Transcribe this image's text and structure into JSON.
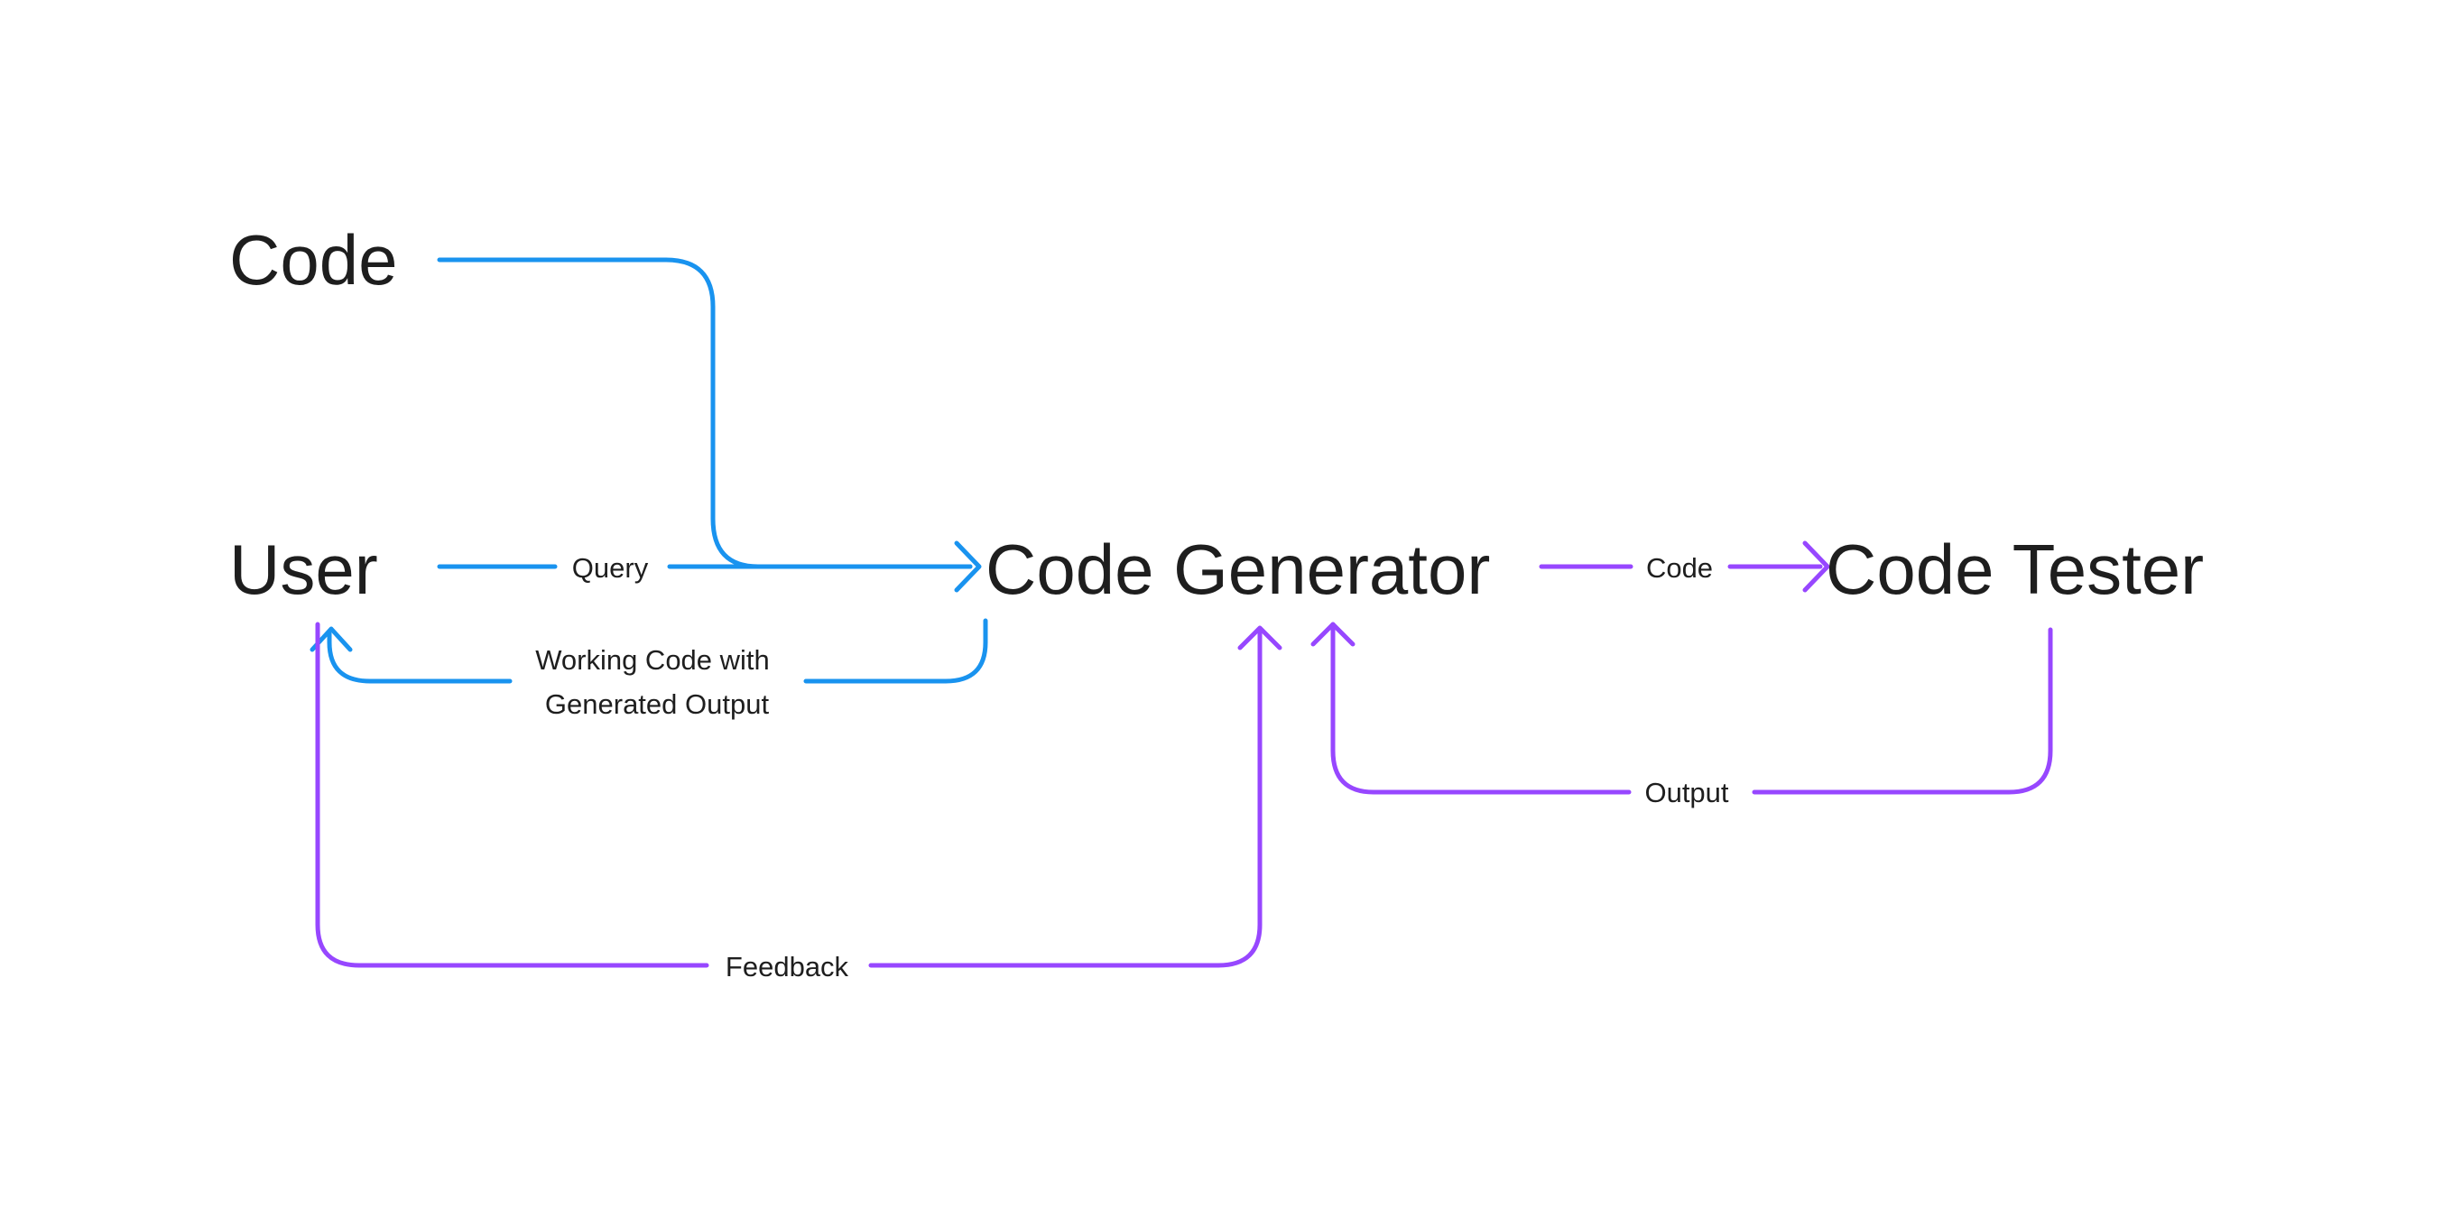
{
  "colors": {
    "blue": "#1993EF",
    "purple": "#9747FF",
    "text": "#1E1E1E",
    "background": "#FFFFFF"
  },
  "nodes": {
    "code": "Code",
    "user": "User",
    "generator": "Code Generator",
    "tester": "Code Tester"
  },
  "edges": {
    "query": "Query",
    "working_line1": "Working Code with",
    "working_line2": "Generated Output",
    "code": "Code",
    "output": "Output",
    "feedback": "Feedback"
  }
}
